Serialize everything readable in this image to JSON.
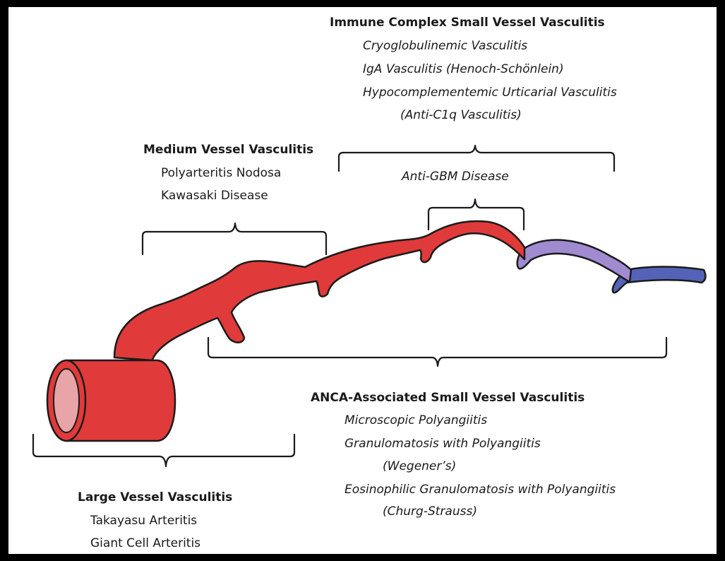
{
  "immune_complex": {
    "heading": "Immune Complex  Small Vessel Vasculitis",
    "items": [
      "Cryoglobulinemic Vasculitis",
      "IgA Vasculitis (Henoch-Schönlein)",
      "Hypocomplementemic Urticarial Vasculitis",
      "(Anti-C1q Vasculitis)"
    ],
    "sub_label": "Anti-GBM Disease"
  },
  "medium_vessel": {
    "heading": "Medium Vessel Vasculitis",
    "items": [
      "Polyarteritis Nodosa",
      "Kawasaki Disease"
    ]
  },
  "anca": {
    "heading": "ANCA-Associated Small Vessel Vasculitis",
    "items": [
      "Microscopic Polyangiitis",
      "Granulomatosis with Polyangiitis",
      "(Wegener’s)",
      "Eosinophilic Granulomatosis with Polyangiitis",
      "(Churg-Strauss)"
    ]
  },
  "large_vessel": {
    "heading": "Large Vessel Vasculitis",
    "items": [
      "Takayasu Arteritis",
      "Giant Cell Arteritis"
    ]
  },
  "colors": {
    "artery_red": "#e03a3a",
    "arteriole_purple": "#a08ad0",
    "vein_blue": "#5463b8",
    "outline": "#1a1a1a",
    "lumen_pink": "#e8a4a6"
  }
}
